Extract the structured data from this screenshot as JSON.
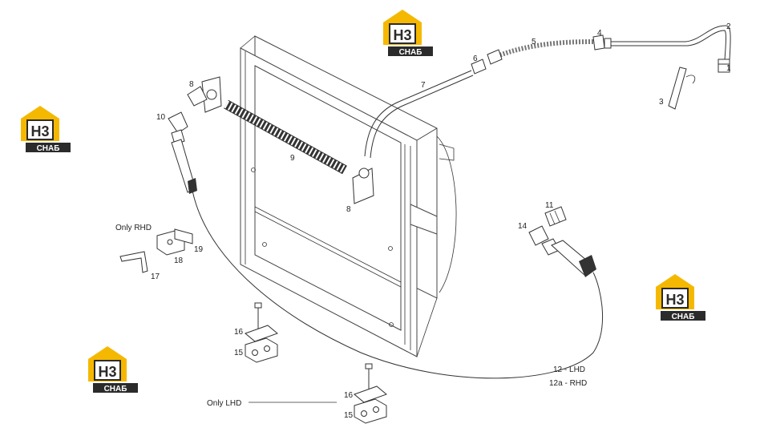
{
  "logo": {
    "mark": "H3",
    "word": "CHAБ",
    "colors": {
      "roof": "#f5b800",
      "dark": "#2b2b2b",
      "light": "#ffffff"
    }
  },
  "callouts": {
    "c1": "1",
    "c2": "2",
    "c3": "3",
    "c4": "4",
    "c5": "5",
    "c6": "6",
    "c7": "7",
    "c8a": "8",
    "c8b": "8",
    "c9": "9",
    "c10": "10",
    "c11": "11",
    "c12": "12 - LHD",
    "c12a": "12a - RHD",
    "c14": "14",
    "c15a": "15",
    "c15b": "15",
    "c16a": "16",
    "c16b": "16",
    "c17": "17",
    "c18": "18",
    "c19": "19"
  },
  "notes": {
    "only_rhd": "Only RHD",
    "only_lhd": "Only LHD"
  }
}
